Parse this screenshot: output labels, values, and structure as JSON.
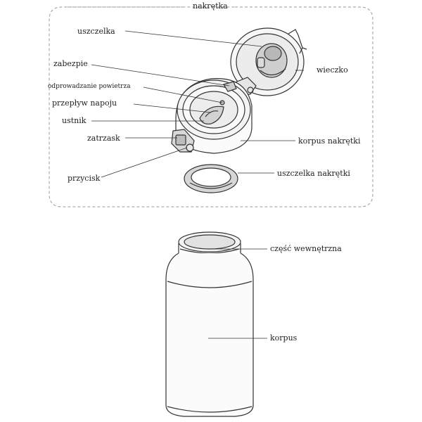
{
  "cap_group_title": "nakrętka",
  "labels": {
    "uszczelka": "uszczelka",
    "zabezpie": "zabezpie",
    "odprowadzanie": "odprowadzanie powietrza",
    "przeplyw": "przepływ napoju",
    "ustnik": "ustnik",
    "zatrzask": "zatrzask",
    "przycisk": "przycisk",
    "wieczko": "wieczko",
    "korpus_nakretki": "korpus nakrętki",
    "uszczelka_nakretki": "uszczelka nakrętki",
    "czesc_wewnetrzna": "część wewnętrzna",
    "korpus": "korpus"
  },
  "colors": {
    "line": "#333333",
    "fill_light": "#f2f2f2",
    "fill_mid": "#c8c8c8",
    "dashed_border": "#9a9a9a"
  }
}
